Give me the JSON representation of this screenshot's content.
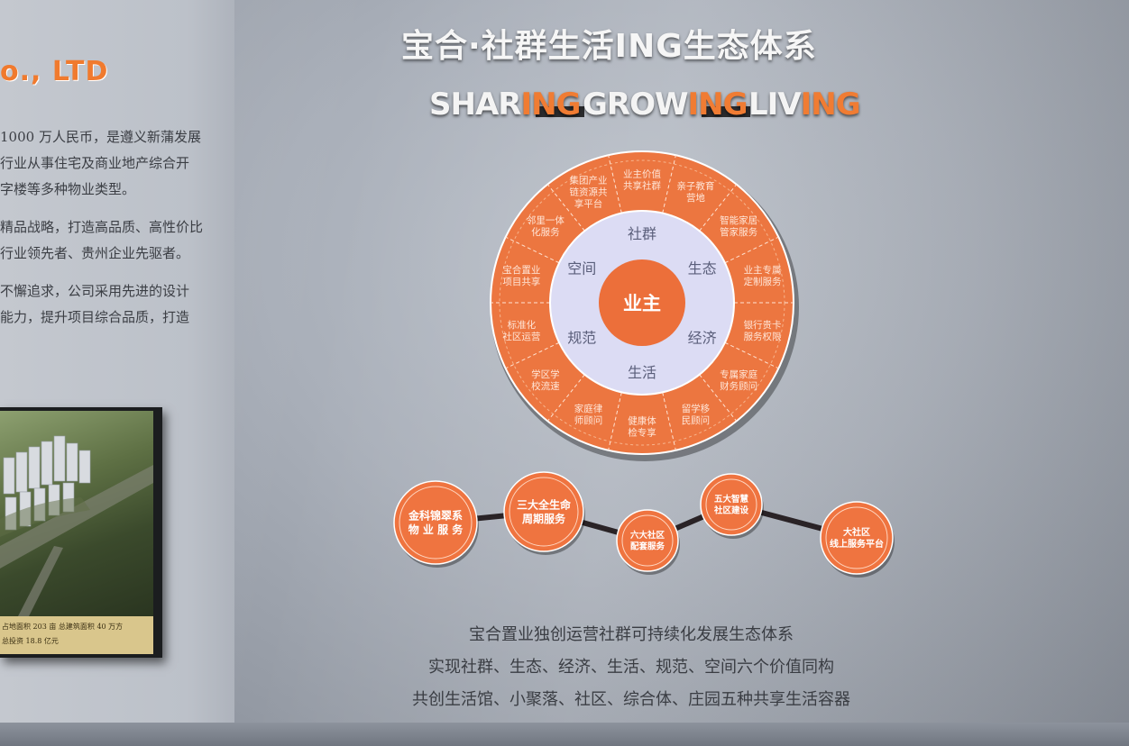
{
  "left_panel": {
    "company_title": "o., LTD",
    "paragraphs": [
      "1000 万人民币，是遵义新蒲发展",
      "行业从事住宅及商业地产综合开",
      "字楼等多种物业类型。",
      "精品战略，打造高品质、高性价比",
      "行业领先者、贵州企业先驱者。",
      "不懈追求，公司采用先进的设计",
      "能力，提升项目综合品质，打造"
    ],
    "photo_caption": [
      "占地面积 203 亩   总建筑面积 40 万方",
      "总投资 18.8 亿元"
    ]
  },
  "title": "宝合·社群生活ING生态体系",
  "subtitle": [
    {
      "base": "SHAR",
      "ing": "ING"
    },
    {
      "base": "GROW",
      "ing": "ING"
    },
    {
      "base": "LIV",
      "ing": "ING"
    }
  ],
  "wheel": {
    "center": "业主",
    "inner_ring": [
      "社群",
      "生态",
      "经济",
      "生活",
      "规范",
      "空间"
    ],
    "outer_ring": [
      "业主价值\n共享社群",
      "亲子教育\n营地",
      "智能家居\n管家服务",
      "业主专属\n定制服务",
      "银行贵卡\n服务权限",
      "专属家庭\n财务顾问",
      "留学移\n民顾问",
      "健康体\n检专享",
      "家庭律\n师顾问",
      "学区学\n校流速",
      "标准化\n社区运营",
      "宝合置业\n项目共享",
      "邻里一体\n化服务",
      "集团产业\n链资源共\n享平台"
    ],
    "colors": {
      "orange": "#ec7640",
      "ring": "#dcdcf4",
      "center": "#ec6f3a"
    }
  },
  "timeline": {
    "items": [
      {
        "text": "金科锦翠系\n物 业 服 务"
      },
      {
        "text": "三大全生命\n周期服务"
      },
      {
        "text": "六大社区\n配套服务"
      },
      {
        "text": "五大智慧\n社区建设"
      },
      {
        "text": "大社区\n线上服务平台"
      }
    ]
  },
  "caption": [
    "宝合置业独创运营社群可持续化发展生态体系",
    "实现社群、生态、经济、生活、规范、空间六个价值同构",
    "共创生活馆、小聚落、社区、综合体、庄园五种共享生活容器"
  ]
}
